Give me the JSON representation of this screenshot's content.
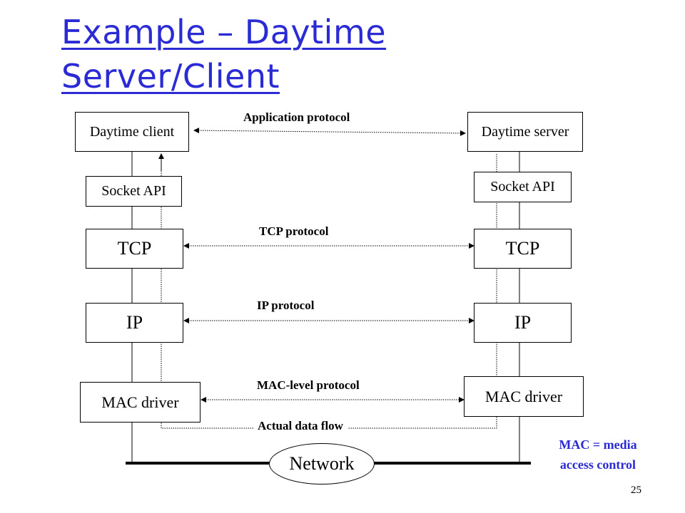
{
  "slide": {
    "title_line1": "Example – Daytime",
    "title_line2": "Server/Client",
    "page_number": "25"
  },
  "client_stack": {
    "app": "Daytime client",
    "socket": "Socket API",
    "tcp": "TCP",
    "ip": "IP",
    "mac": "MAC driver"
  },
  "server_stack": {
    "app": "Daytime server",
    "socket": "Socket API",
    "tcp": "TCP",
    "ip": "IP",
    "mac": "MAC driver"
  },
  "protocols": {
    "application": "Application protocol",
    "tcp": "TCP protocol",
    "ip": "IP protocol",
    "mac": "MAC-level protocol",
    "data_flow": "Actual data flow"
  },
  "network_label": "Network",
  "mac_note": {
    "line1": "MAC = media",
    "line2": "access control"
  },
  "colors": {
    "title": "#2b2bd6",
    "note": "#2b2bd6"
  }
}
